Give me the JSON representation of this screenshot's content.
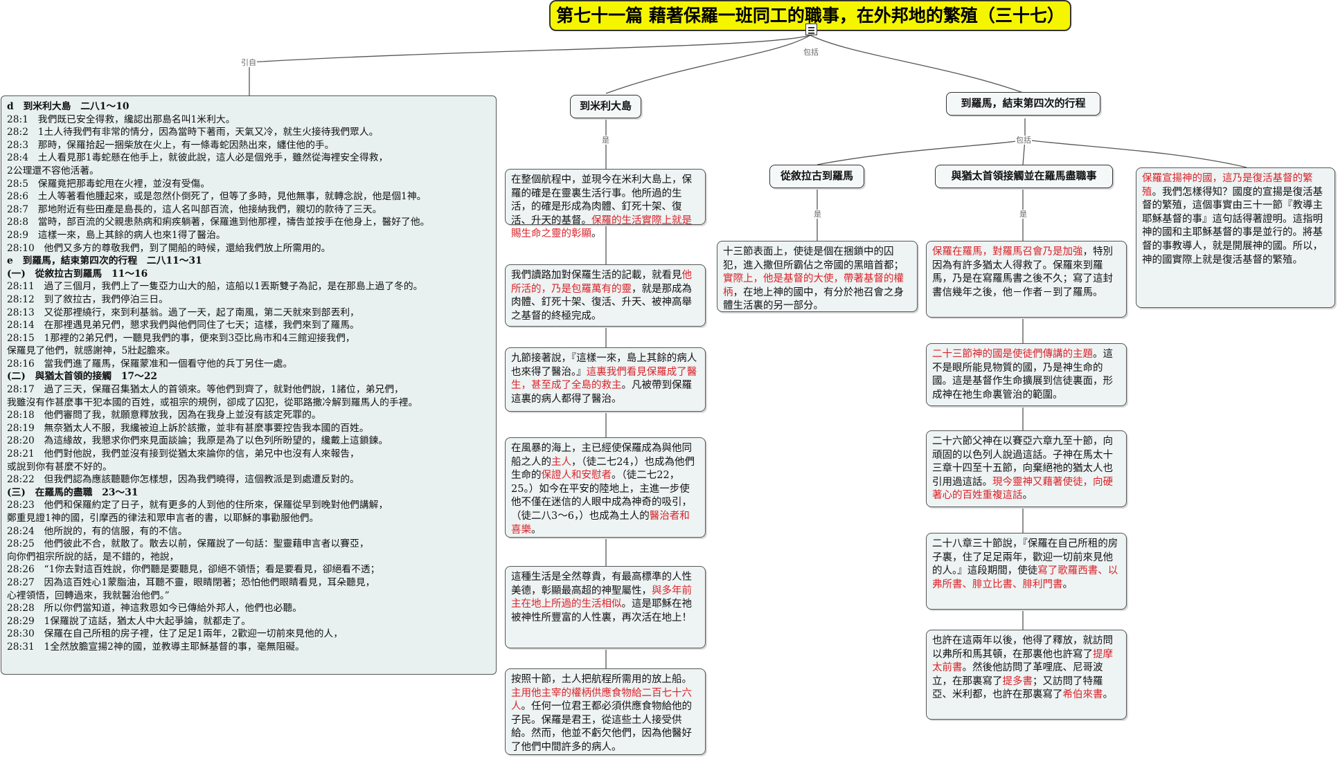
{
  "title": "第七十一篇 藉著保羅一班同工的職事，在外邦地的繁殖（三十七）",
  "edge_labels": {
    "quote": "引自",
    "contains": "包括",
    "is": "是"
  },
  "topics": {
    "melita": "到米利大島",
    "rome": "到羅馬，結束第四次的行程",
    "syracuse": "從敘拉古到羅馬",
    "jews": "與猶太首領接觸並在羅馬盡職事"
  },
  "bible_lines": [
    {
      "h": true,
      "t": "d　到米利大島　二八1～10"
    },
    {
      "t": "28:1　我們既已安全得救，纔認出那島名叫1米利大。"
    },
    {
      "t": "28:2　1土人待我們有非常的情分，因為當時下著雨，天氣又冷，就生火接待我們眾人。"
    },
    {
      "t": "28:3　那時，保羅拾起一捆柴放在火上，有一條毒蛇因熱出來，纏住他的手。"
    },
    {
      "t": "28:4　土人看見那1毒蛇懸在他手上，就彼此說，這人必是個兇手，雖然從海裡安全得救，"
    },
    {
      "t": "2公理還不容他活著。"
    },
    {
      "t": "28:5　保羅竟把那毒蛇甩在火裡，並沒有受傷。"
    },
    {
      "t": "28:6　土人等著看他腫起來，或是忽然仆倒死了，但等了多時，見他無事，就轉念說，他是個1神。"
    },
    {
      "t": "28:7　那地附近有些田產是島長的，這人名叫部百流，他接納我們，親切的款待了三天。"
    },
    {
      "t": "28:8　當時，部百流的父親患熱病和痢疾躺著，保羅進到他那裡，禱告並按手在他身上，醫好了他。"
    },
    {
      "t": "28:9　這樣一來，島上其餘的病人也來1得了醫治。"
    },
    {
      "t": "28:10　他們又多方的尊敬我們，到了開船的時候，還給我們放上所需用的。"
    },
    {
      "h": true,
      "t": "e　到羅馬，結束第四次的行程　二八11～31"
    },
    {
      "h": true,
      "t": "(一)　從敘拉古到羅馬　11～16"
    },
    {
      "t": "28:11　過了三個月，我們上了一隻亞力山大的船，這船以1丟斯雙子為記，是在那島上過了冬的。"
    },
    {
      "t": "28:12　到了敘拉古，我們停泊三日。"
    },
    {
      "t": "28:13　又從那裡繞行，來到利基翁。過了一天，起了南風，第二天就來到部丟利，"
    },
    {
      "t": "28:14　在那裡遇見弟兄們，懇求我們與他們同住了七天；這樣，我們來到了羅馬。"
    },
    {
      "t": "28:15　1那裡的2弟兄們，一聽見我們的事，便來到3亞比烏市和4三館迎接我們，"
    },
    {
      "t": "保羅見了他們，就感謝神，5壯起膽來。"
    },
    {
      "t": "28:16　當我們進了羅馬，保羅蒙准和一個看守他的兵丁另住一處。"
    },
    {
      "h": true,
      "t": "(二)　與猶太首領的接觸　17～22"
    },
    {
      "t": "28:17　過了三天，保羅召集猶太人的首領來。等他們到齊了，就對他們說，1諸位，弟兄們，"
    },
    {
      "t": "我雖沒有作甚麼事干犯本國的百姓，或祖宗的規例，卻成了囚犯，從耶路撒冷解到羅馬人的手裡。"
    },
    {
      "t": "28:18　他們審問了我，就願意釋放我，因為在我身上並沒有該定死罪的。"
    },
    {
      "t": "28:19　無奈猶太人不服，我纔被迫上訴於該撒，並非有甚麼事要控告我本國的百姓。"
    },
    {
      "t": "28:20　為這緣故，我懇求你們來見面談論；我原是為了以色列所盼望的，纔戴上這鎖鍊。"
    },
    {
      "t": "28:21　他們對他說，我們並沒有接到從猶太來論你的信，弟兄中也沒有人來報告，"
    },
    {
      "t": "或說到你有甚麼不好的。"
    },
    {
      "t": "28:22　但我們認為應該聽聽你怎樣想，因為我們曉得，這個教派是到處遭反對的。"
    },
    {
      "h": true,
      "t": "(三)　在羅馬的盡職　23～31"
    },
    {
      "t": "28:23　他們和保羅約定了日子，就有更多的人到他的住所來，保羅從早到晚對他們講解，"
    },
    {
      "t": "鄭重見證1神的國，引摩西的律法和眾申言者的書，以耶穌的事勸服他們。"
    },
    {
      "t": "28:24　他所說的，有的信服，有的不信。"
    },
    {
      "t": "28:25　他們彼此不合，就散了。散去以前，保羅說了一句話：聖靈藉申言者以賽亞，"
    },
    {
      "t": "向你們祖宗所說的話，是不錯的，祂說，"
    },
    {
      "t": "28:26　“1你去對這百姓說，你們聽是要聽見，卻絕不領悟；看是要看見，卻絕看不透；"
    },
    {
      "t": "28:27　因為這百姓心1蒙脂油，耳聽不靈，眼睛閉著；恐怕他們眼睛看見，耳朵聽見，"
    },
    {
      "t": "心裡領悟，回轉過來，我就醫治他們。”"
    },
    {
      "t": "28:28　所以你們當知道，神這救恩如今已傳給外邦人，他們也必聽。"
    },
    {
      "t": "28:29　1保羅說了這話，猶太人中大起爭論，就都走了。"
    },
    {
      "t": "28:30　保羅在自己所租的房子裡，住了足足1兩年，2歡迎一切前來見他的人，"
    },
    {
      "t": "28:31　1全然放膽宣揚2神的國，並教導主耶穌基督的事，毫無阻礙。"
    }
  ],
  "notes": {
    "m1": [
      {
        "t": "在整個航程中，並現今在米利大島上，保羅的確是在靈裏生活行事。他所過的生活，的確是形成為肉體、釘死十架、復活、升天的基督。"
      },
      {
        "r": true,
        "t": "保羅的生活實際上就是賜生命之靈的彰顯"
      },
      {
        "t": "。"
      }
    ],
    "m2": [
      {
        "t": "我們讀路加對保羅生活的記載，就看見"
      },
      {
        "r": true,
        "t": "他所活的，乃是包羅萬有的靈"
      },
      {
        "t": "，就是那成為肉體、釘死十架、復活、升天、被神高舉之基督的終極完成。"
      }
    ],
    "m3": [
      {
        "t": "九節接著說，『這樣一來，島上其餘的病人也來得了醫治。』"
      },
      {
        "r": true,
        "t": "這裏我們看見保羅成了醫生，甚至成了全島的救主"
      },
      {
        "t": "。凡被帶到保羅這裏的病人都得了醫治。"
      }
    ],
    "m4": [
      {
        "t": "在風暴的海上，主已經使保羅成為與他同船之人的"
      },
      {
        "r": true,
        "t": "主人"
      },
      {
        "t": "，（徒二七24，）也成為他們生命的"
      },
      {
        "r": true,
        "t": "保證人和安慰者"
      },
      {
        "t": "。（徒二七22，25。）如今在平安的陸地上，主進一步使他不僅在迷信的人眼中成為神奇的吸引，（徒二八3～6，）也成為土人的"
      },
      {
        "r": true,
        "t": "醫治者和喜樂"
      },
      {
        "t": "。"
      }
    ],
    "m5": [
      {
        "t": "這種生活是全然尊貴，有最高標準的人性美德，彰顯最高超的神聖屬性，"
      },
      {
        "r": true,
        "t": "與多年前主在地上所過的生活相似"
      },
      {
        "t": "。這是耶穌在祂被神性所豐富的人性裏，再次活在地上！"
      }
    ],
    "m6": [
      {
        "t": "按照十節，土人把航程所需用的放上船。"
      },
      {
        "r": true,
        "t": "主用他主宰的權柄供應食物給二百七十六人"
      },
      {
        "t": "。任何一位君王都必須供應食物給他的子民。保羅是君王，從這些土人接受供給。然而，他並不虧欠他們，因為他醫好了他們中間許多的病人。"
      }
    ],
    "s1": [
      {
        "t": "十三節表面上，使徒是個在捆鎖中的囚犯，進入撒但所霸佔之帝國的黑暗首都；"
      },
      {
        "r": true,
        "t": "實際上，他是基督的大使，帶著基督的權柄"
      },
      {
        "t": "，在地上神的國中，有分於祂召會之身體生活裏的另一部分。"
      }
    ],
    "j1": [
      {
        "r": true,
        "t": "保羅在羅馬，對羅馬召會乃是加強"
      },
      {
        "t": "，特別因為有許多猶太人得救了。保羅來到羅馬，乃是在寫羅馬書之後不久；寫了這封書信幾年之後，他－作者－到了羅馬。"
      }
    ],
    "j2": [
      {
        "r": true,
        "t": "二十三節神的國是使徒們傳講的主題"
      },
      {
        "t": "。這不是眼所能見物質的國，乃是神生命的國。這是基督作生命擴展到信徒裏面，形成神在祂生命裏管治的範圍。"
      }
    ],
    "j3": [
      {
        "t": "二十六節父神在以賽亞六章九至十節，向頑固的以色列人說過這話。子神在馬太十三章十四至十五節，向棄絕祂的猶太人也引用過這話。"
      },
      {
        "r": true,
        "t": "現今靈神又藉著使徒，向硬著心的百姓重複這話"
      },
      {
        "t": "。"
      }
    ],
    "j4": [
      {
        "t": "二十八章三十節說，『保羅在自己所租的房子裏，住了足足兩年，歡迎一切前來見他的人。』這段期間，使徒"
      },
      {
        "r": true,
        "t": "寫了歌羅西書、以弗所書、腓立比書、腓利門書"
      },
      {
        "t": "。"
      }
    ],
    "j5": [
      {
        "t": "也許在這兩年以後，他得了釋放，就訪問以弗所和馬其頓，在那裏他也許寫了"
      },
      {
        "r": true,
        "t": "提摩太前書"
      },
      {
        "t": "。然後他訪問了革哩底、尼哥波立，在那裏寫了"
      },
      {
        "r": true,
        "t": "提多書"
      },
      {
        "t": "；又訪問了特羅亞、米利都，也許在那裏寫了"
      },
      {
        "r": true,
        "t": "希伯來書"
      },
      {
        "t": "。"
      }
    ],
    "r1": [
      {
        "r": true,
        "t": "保羅宣揚神的國，這乃是復活基督的繁殖"
      },
      {
        "t": "。我們怎樣得知？國度的宣揚是復活基督的繁殖，這個事實由三十一節『教導主耶穌基督的事』這句話得著證明。這指明神的國和主耶穌基督的事是並行的。將基督的事教導人，就是開展神的國。所以，神的國實際上就是復活基督的繁殖。"
      }
    ]
  },
  "colors": {
    "title_bg": "#f5f500",
    "highlight": "#d8232a",
    "note_bg": "#eef3f3"
  },
  "icons": [
    "title-note-icon"
  ]
}
